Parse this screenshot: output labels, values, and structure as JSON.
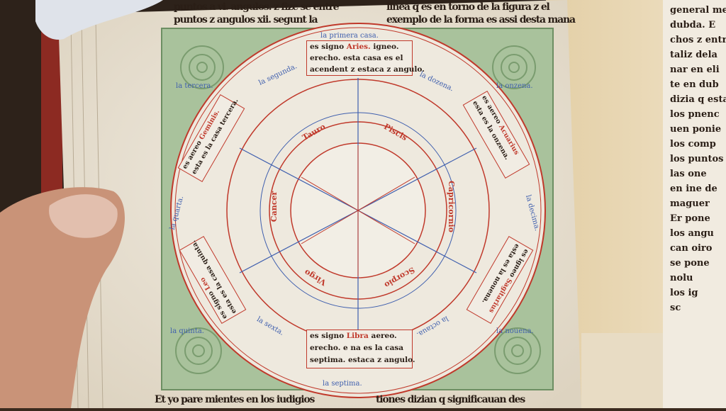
{
  "top_text": {
    "left_lines": [
      "puntos a vi. angulos. z fize se entre",
      "puntos z angulos xii. segunt la"
    ],
    "right_lines": [
      "linea q es en torno de la figura z el",
      "exemplo de la forma es assi desta mana"
    ]
  },
  "bottom_text": {
    "left_line": "Et yo pare mientes en los iudigios",
    "right_line": "tiones dizian q significauan des"
  },
  "houses": {
    "h1": "la primera casa.",
    "h2": "la segunda.",
    "h3": "la tercera.",
    "h4": "la quarta.",
    "h5": "la quinta.",
    "h6": "la sexta.",
    "h7": "la septima.",
    "h8": "la octaua.",
    "h9": "la nouena.",
    "h10": "la decima.",
    "h11": "la onzena.",
    "h12": "la dozena."
  },
  "boxes": {
    "aries": {
      "l1a": "es signo",
      "sign": "Aries.",
      "l1b": "igneo.",
      "l2": "erecho. esta casa es el",
      "l3": "acendent z estaca z angulo."
    },
    "libra": {
      "l1a": "es signo",
      "sign": "Libra",
      "l1b": "aereo.",
      "l2": "erecho. e na es la casa",
      "l3": "septima. estaca z angulo."
    },
    "geminis": {
      "l1a": "es aereo",
      "sign": "Geminis.",
      "l2": "esta es la casa tercera."
    },
    "acuarius": {
      "l1a": "es aereo",
      "sign": "Acuarius",
      "l2": "esta es la onzena."
    },
    "leo": {
      "l1a": "es signo",
      "sign": "Leo",
      "l2": "esta es la casa quinta."
    },
    "sagitarius": {
      "l1a": "es igneo",
      "sign": "Sagitarius",
      "l2": "esta es la nouena."
    }
  },
  "inner_signs": {
    "tauro": "Tauro",
    "piscis": "Piscis",
    "cancer": "Cancer",
    "capricornio": "Capricornio",
    "virgo": "Virgo",
    "scorpio": "Scorpio"
  },
  "right_page_lines": [
    "general me",
    "dubda. E",
    "chos z entre",
    "taliz dela",
    "nar en eli",
    "te en dub",
    "dizia q esta",
    "los pnenc",
    "uen ponie",
    "los comp",
    "los puntos",
    "las one",
    "en ine de",
    "maguer",
    "Er pone",
    "los angu",
    "can oiro",
    "se pone",
    "nolu",
    "los ig",
    "sc"
  ],
  "colors": {
    "green": "#8fae82",
    "red": "#c0392b",
    "blue": "#3f5fae",
    "ink": "#2a1e16",
    "parchment": "#ece6d8"
  }
}
